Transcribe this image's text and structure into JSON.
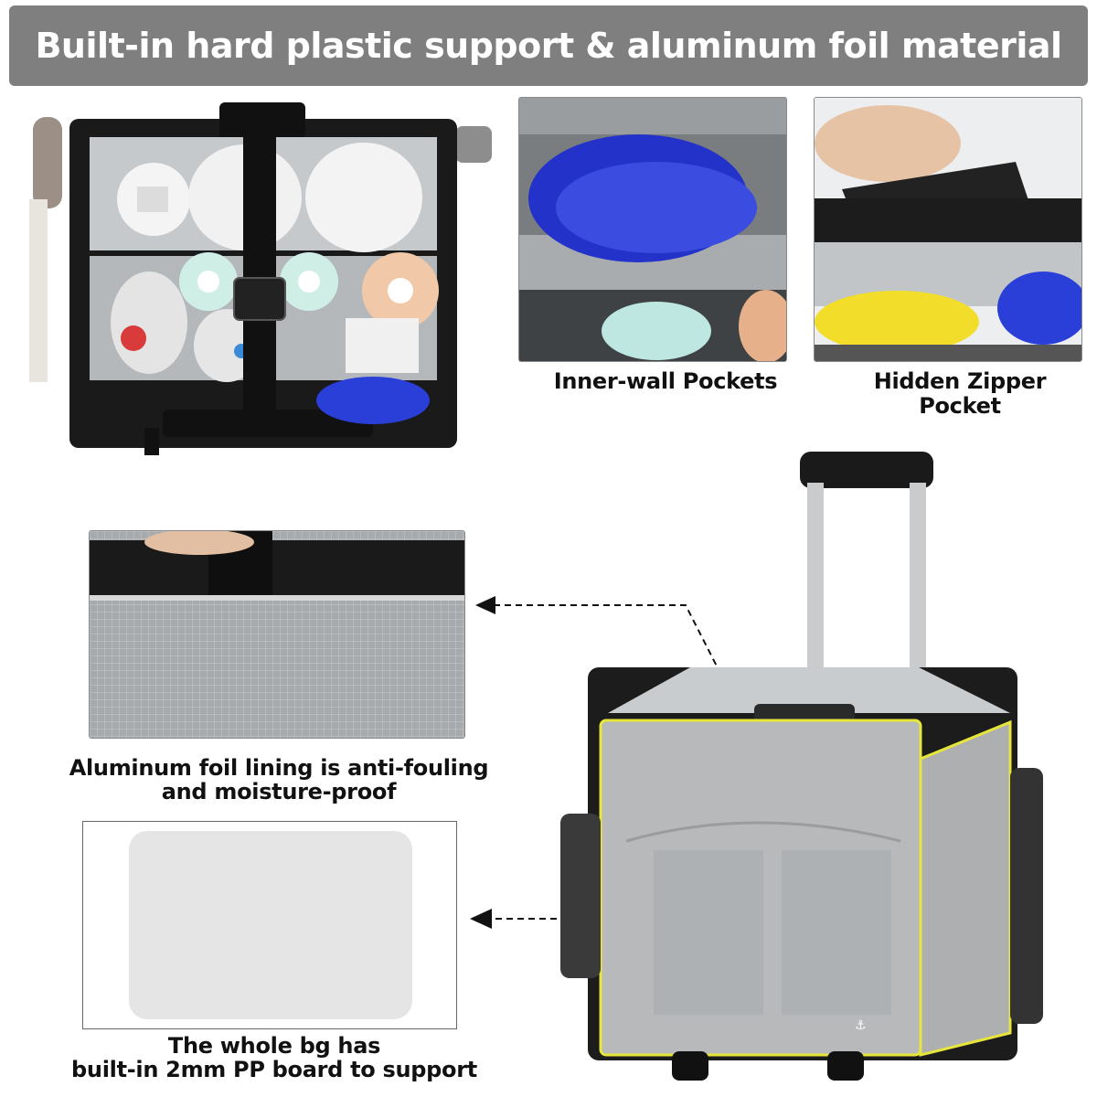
{
  "banner": {
    "title": "Built-in hard plastic support & aluminum foil material"
  },
  "captions": {
    "inner_wall": "Inner-wall Pockets",
    "hidden_zipper_1": "Hidden Zipper",
    "hidden_zipper_2": "Pocket",
    "foil_1": "Aluminum foil lining is anti-fouling",
    "foil_2": "and moisture-proof",
    "board_1": "The whole bg has",
    "board_2": "built-in 2mm PP board to support"
  },
  "colors": {
    "banner": "#7f7f7f",
    "bag_black": "#1a1a1a",
    "foil_silver": "#b9bcbf",
    "highlight_yellow": "#e6e63a",
    "mitt_blue": "#2a3fd8"
  }
}
